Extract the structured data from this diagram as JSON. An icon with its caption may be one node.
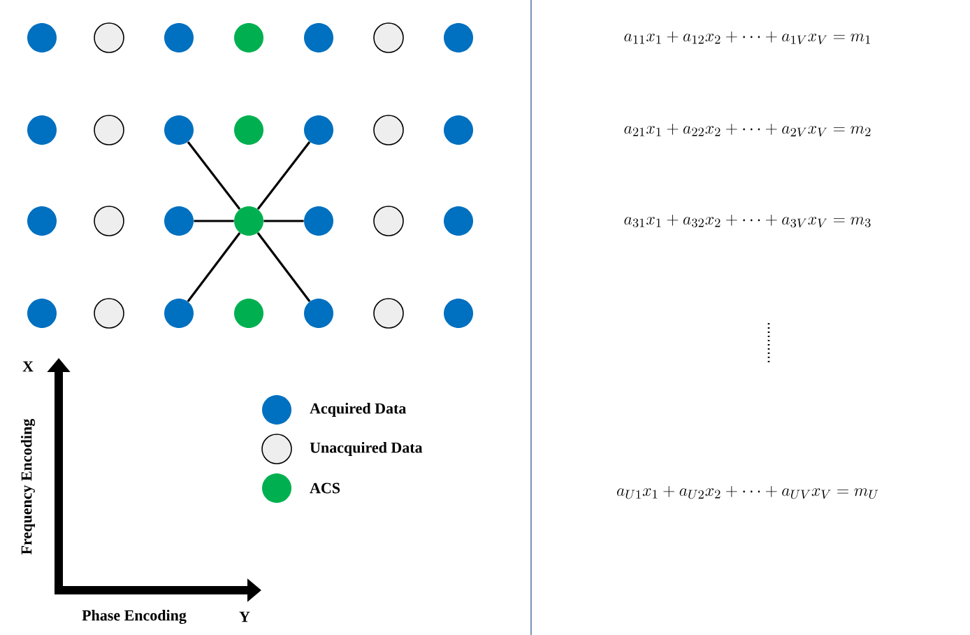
{
  "diagram": {
    "nodes": [
      {
        "text": [],
        "shape": "circle"
      },
      {
        "text": [],
        "shape": "circle"
      },
      {
        "text": [],
        "shape": "circle"
      },
      {
        "text": [],
        "shape": "circle"
      },
      {
        "text": [],
        "shape": "circle"
      },
      {
        "text": [],
        "shape": "circle"
      },
      {
        "text": [],
        "shape": "circle"
      },
      {
        "text": [],
        "shape": "circle"
      },
      {
        "text": [],
        "shape": "circle"
      },
      {
        "text": [],
        "shape": "circle"
      },
      {
        "text": [],
        "shape": "circle"
      },
      {
        "text": [],
        "shape": "circle"
      },
      {
        "text": [],
        "shape": "circle"
      },
      {
        "text": [],
        "shape": "circle"
      },
      {
        "text": [],
        "shape": "circle"
      },
      {
        "text": [],
        "shape": "circle"
      },
      {
        "text": [],
        "shape": "circle"
      },
      {
        "text": [],
        "shape": "circle"
      },
      {
        "text": [],
        "shape": "circle"
      },
      {
        "text": [],
        "shape": "circle"
      },
      {
        "text": [],
        "shape": "circle"
      },
      {
        "text": [],
        "shape": "circle"
      },
      {
        "text": [],
        "shape": "circle"
      },
      {
        "text": [],
        "shape": "circle"
      },
      {
        "text": [],
        "shape": "circle"
      },
      {
        "text": [],
        "shape": "circle"
      },
      {
        "text": [],
        "shape": "circle"
      },
      {
        "text": [],
        "shape": "circle"
      }
    ],
    "edges": [
      {
        "from": 17,
        "to": 9,
        "arrow": "none"
      },
      {
        "from": 17,
        "to": 11,
        "arrow": "none"
      },
      {
        "from": 17,
        "to": 16,
        "arrow": "none"
      },
      {
        "from": 17,
        "to": 18,
        "arrow": "none"
      },
      {
        "from": 17,
        "to": 23,
        "arrow": "none"
      },
      {
        "from": 17,
        "to": 25,
        "arrow": "none"
      }
    ],
    "labels": [
      "a_{11}x_1+a_{12}x_2+\\cdots+a_{1V}x_V=m_1",
      "a_{21}x_1+a_{22}x_2+\\cdots+a_{2V}x_V=m_2",
      "a_{31}x_1+a_{32}x_2+\\cdots+a_{3V}x_V=m_3",
      "X",
      "Frequency Encoding",
      "a_{U1}x_1+a_{U2}x_2+\\cdots+a_{UV}x_V=m_U",
      "Phase Encoding",
      "Y"
    ],
    "legend": [
      {
        "text": "Acquired Data",
        "color": "#0070c0"
      },
      {
        "text": "Unacquired Data",
        "color": "#eeeeee"
      },
      {
        "text": "ACS",
        "color": "#00b050"
      }
    ]
  }
}
